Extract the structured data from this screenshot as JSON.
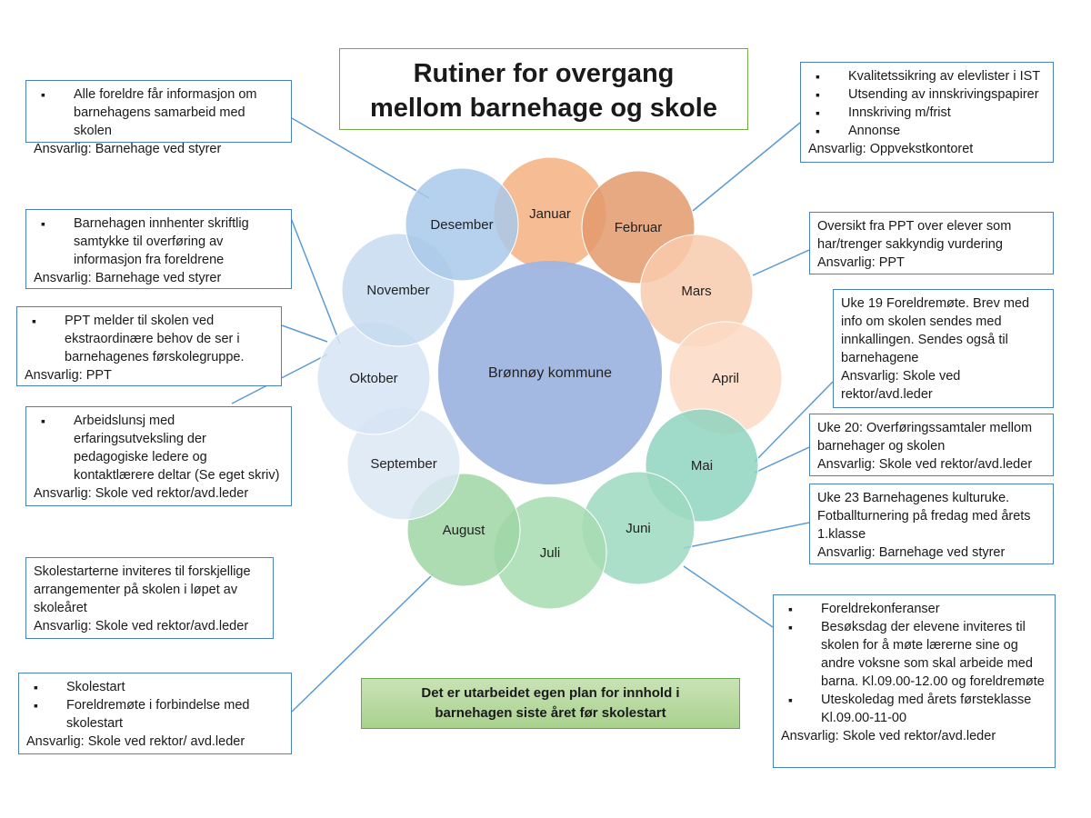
{
  "title": {
    "line1": "Rutiner for overgang",
    "line2": "mellom barnehage og skole"
  },
  "center": {
    "label": "Brønnøy kommune",
    "color": "#9eb5e0"
  },
  "months": [
    {
      "name": "Januar",
      "color": "#f4b183"
    },
    {
      "name": "Februar",
      "color": "#e29a6c"
    },
    {
      "name": "Mars",
      "color": "#f8cbad"
    },
    {
      "name": "April",
      "color": "#fbd9c3"
    },
    {
      "name": "Mai",
      "color": "#8fd3c0"
    },
    {
      "name": "Juni",
      "color": "#9ed9bf"
    },
    {
      "name": "Juli",
      "color": "#a6dcb0"
    },
    {
      "name": "August",
      "color": "#9fd6a6"
    },
    {
      "name": "September",
      "color": "#dce8f5"
    },
    {
      "name": "Oktober",
      "color": "#d6e4f3"
    },
    {
      "name": "November",
      "color": "#c6dbf0"
    },
    {
      "name": "Desember",
      "color": "#a9c9ea"
    }
  ],
  "boxes": {
    "desember": {
      "bullets": [
        "Alle foreldre får informasjon om barnehagens samarbeid med skolen"
      ],
      "responsible": "Ansvarlig: Barnehage ved styrer"
    },
    "november": {
      "bullets": [
        "Barnehagen innhenter skriftlig samtykke til overføring av informasjon fra foreldrene"
      ],
      "responsible": "Ansvarlig: Barnehage ved styrer"
    },
    "oktober": {
      "bullets": [
        "PPT melder til skolen ved ekstraordinære behov de ser i barnehagenes førskolegruppe."
      ],
      "responsible": "Ansvarlig: PPT"
    },
    "september": {
      "bullets": [
        "Arbeidslunsj med erfaringsutveksling der pedagogiske ledere og kontaktlærere deltar (Se eget skriv)"
      ],
      "responsible": "Ansvarlig: Skole ved rektor/avd.leder"
    },
    "skolestarterne": {
      "text": "Skolestarterne inviteres til forskjellige arrangementer på skolen i løpet av skoleåret",
      "responsible": "Ansvarlig: Skole ved rektor/avd.leder"
    },
    "august": {
      "bullets": [
        "Skolestart",
        "Foreldremøte i forbindelse med skolestart"
      ],
      "responsible": "Ansvarlig: Skole ved rektor/ avd.leder"
    },
    "februar": {
      "bullets": [
        "Kvalitetssikring av elevlister i IST",
        "Utsending av innskrivingspapirer",
        "Innskriving m/frist",
        "Annonse"
      ],
      "responsible": "Ansvarlig: Oppvekstkontoret"
    },
    "mars": {
      "text": "Oversikt fra PPT over elever som har/trenger sakkyndig vurdering",
      "responsible": "Ansvarlig: PPT"
    },
    "mai1": {
      "text": "Uke 19 Foreldremøte. Brev med info om skolen sendes med innkallingen. Sendes også til barnehagene",
      "responsible": "Ansvarlig: Skole ved rektor/avd.leder"
    },
    "mai2": {
      "text": "Uke 20: Overføringssamtaler mellom barnehager og skolen",
      "responsible": "Ansvarlig: Skole ved rektor/avd.leder"
    },
    "juni1": {
      "text": "Uke 23 Barnehagenes kulturuke. Fotballturnering på fredag med årets 1.klasse",
      "responsible": "Ansvarlig: Barnehage ved styrer"
    },
    "juni2": {
      "bullets": [
        "Foreldrekonferanser",
        "Besøksdag der elevene inviteres til skolen for å møte lærerne sine og andre voksne som skal arbeide med barna. Kl.09.00-12.00 og foreldremøte",
        "Uteskoledag med årets førsteklasse Kl.09.00-11-00"
      ],
      "responsible": "Ansvarlig: Skole ved rektor/avd.leder"
    }
  },
  "note": {
    "line1": "Det er utarbeidet  egen plan for innhold i",
    "line2": "barnehagen siste året før skolestart"
  },
  "colors": {
    "connector": "#5b9bd5",
    "box_border": "#4a7fc1",
    "title_border": "#70ad47"
  }
}
